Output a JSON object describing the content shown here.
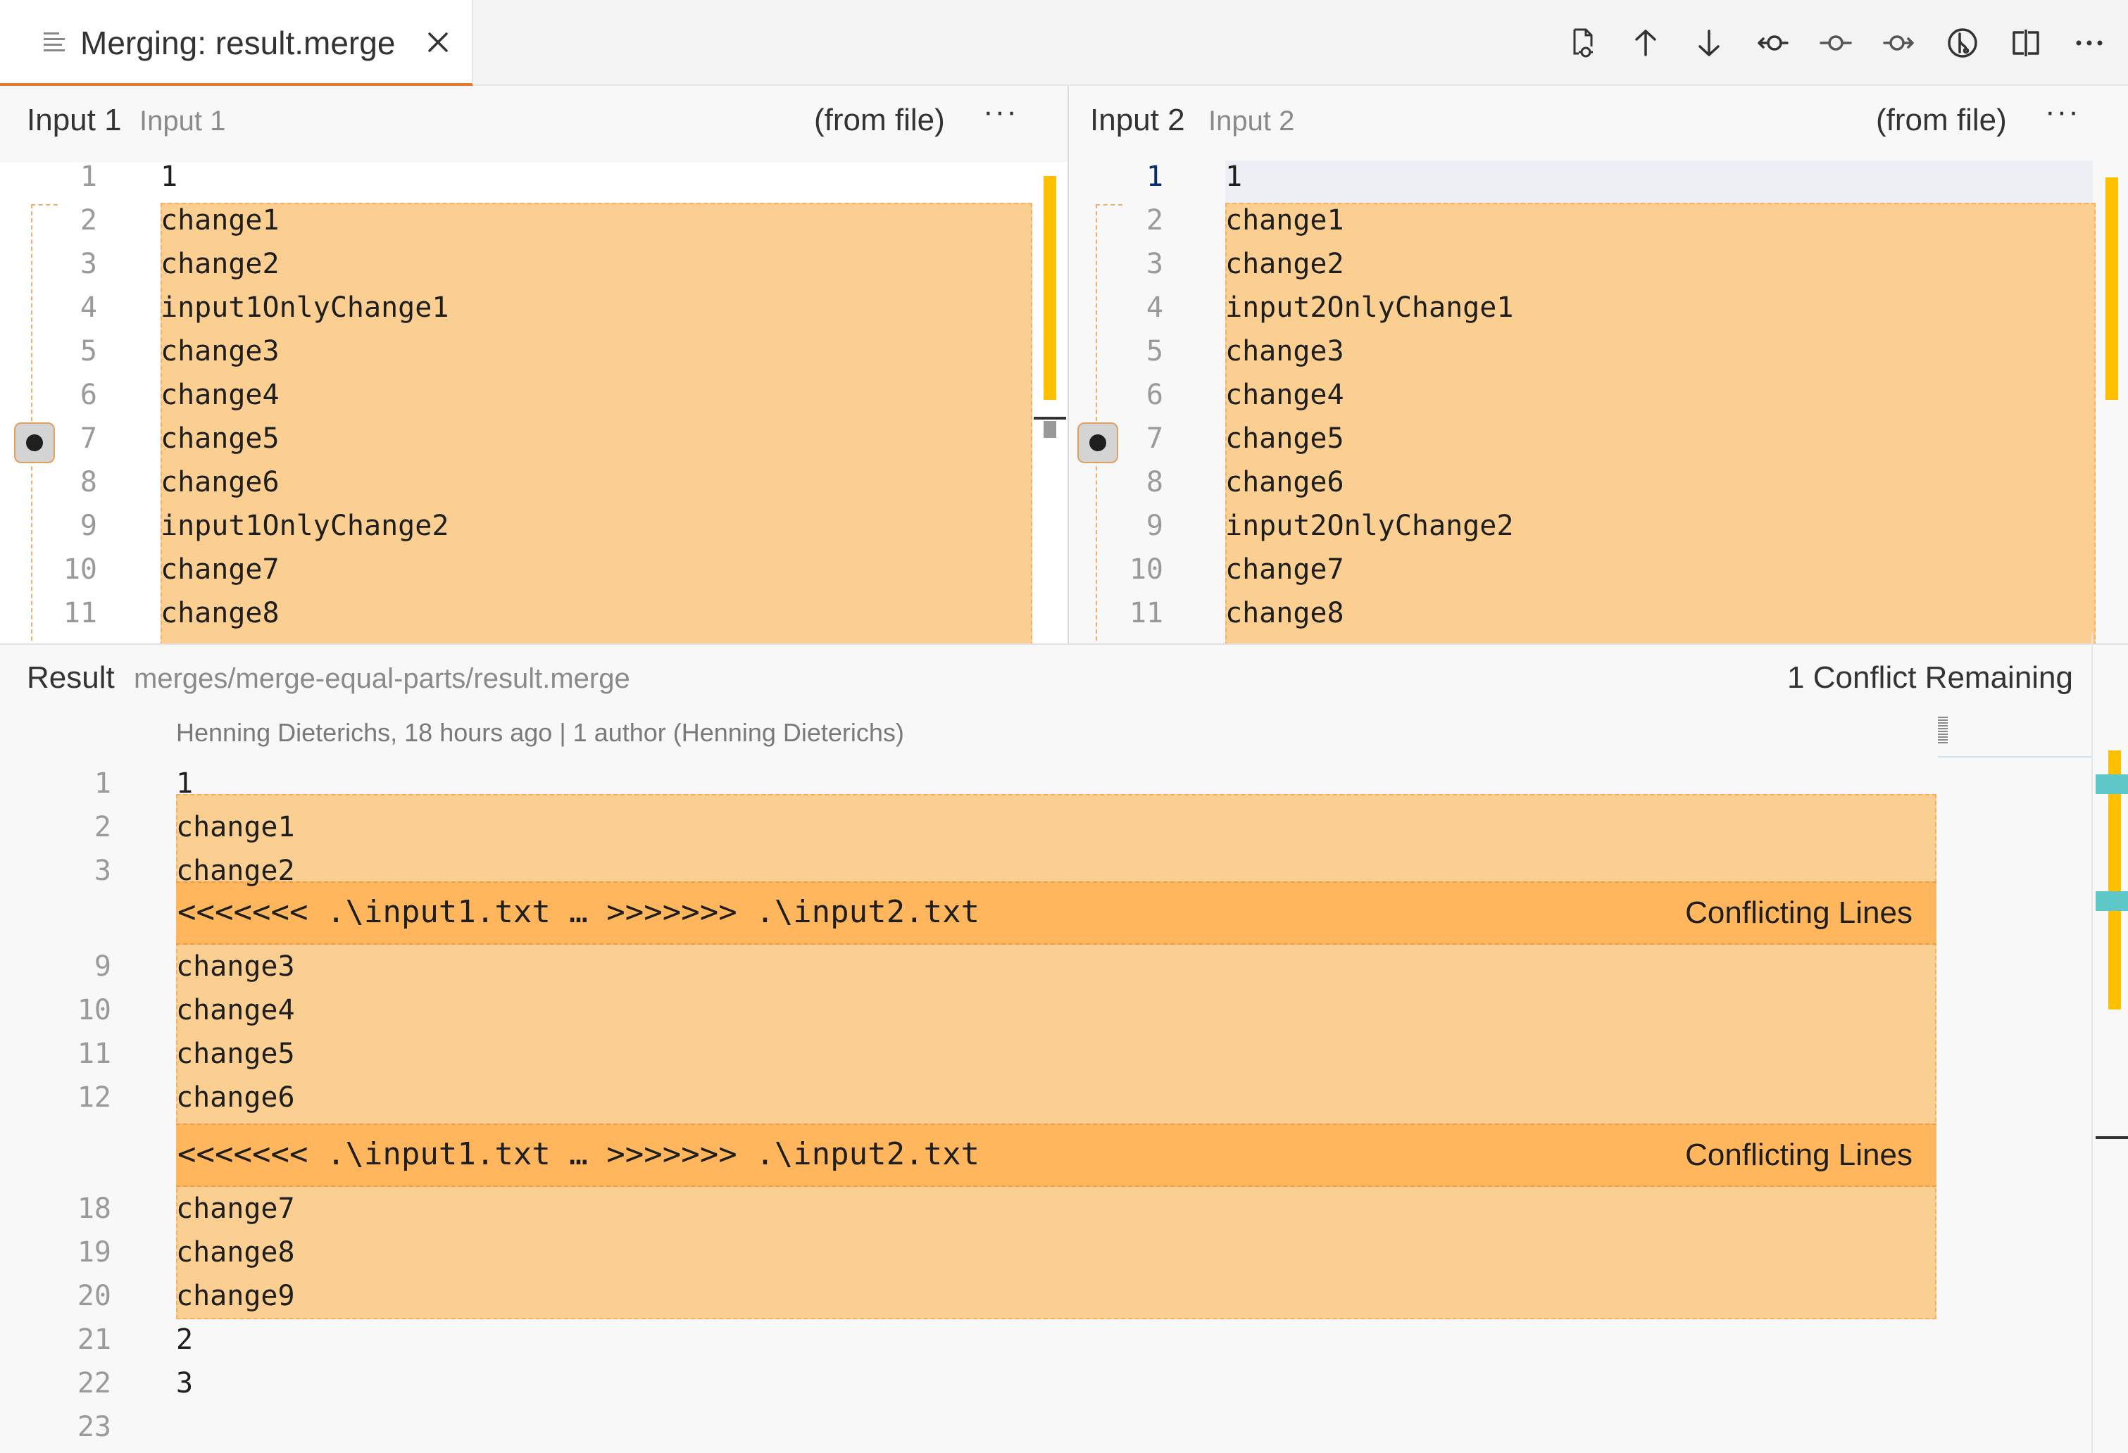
{
  "tab": {
    "label": "Merging: result.merge"
  },
  "toolbar": {
    "buttons": [
      {
        "name": "open-file-icon"
      },
      {
        "name": "arrow-up-icon"
      },
      {
        "name": "arrow-down-icon"
      },
      {
        "name": "accept-left-icon"
      },
      {
        "name": "commit-icon"
      },
      {
        "name": "accept-right-icon"
      },
      {
        "name": "merge-icon"
      },
      {
        "name": "split-editor-icon"
      },
      {
        "name": "more-actions-icon"
      }
    ]
  },
  "input1": {
    "title": "Input 1",
    "subtitle": "Input 1",
    "from": "(from file)",
    "more": "···",
    "lines": [
      {
        "n": "1",
        "t": "1"
      },
      {
        "n": "2",
        "t": "change1"
      },
      {
        "n": "3",
        "t": "change2"
      },
      {
        "n": "4",
        "t": "input1OnlyChange1"
      },
      {
        "n": "5",
        "t": "change3"
      },
      {
        "n": "6",
        "t": "change4"
      },
      {
        "n": "7",
        "t": "change5"
      },
      {
        "n": "8",
        "t": "change6"
      },
      {
        "n": "9",
        "t": "input1OnlyChange2"
      },
      {
        "n": "10",
        "t": "change7"
      },
      {
        "n": "11",
        "t": "change8"
      }
    ]
  },
  "input2": {
    "title": "Input 2",
    "subtitle": "Input 2",
    "from": "(from file)",
    "more": "···",
    "lines": [
      {
        "n": "1",
        "t": "1"
      },
      {
        "n": "2",
        "t": "change1"
      },
      {
        "n": "3",
        "t": "change2"
      },
      {
        "n": "4",
        "t": "input2OnlyChange1"
      },
      {
        "n": "5",
        "t": "change3"
      },
      {
        "n": "6",
        "t": "change4"
      },
      {
        "n": "7",
        "t": "change5"
      },
      {
        "n": "8",
        "t": "change6"
      },
      {
        "n": "9",
        "t": "input2OnlyChange2"
      },
      {
        "n": "10",
        "t": "change7"
      },
      {
        "n": "11",
        "t": "change8"
      }
    ]
  },
  "result": {
    "title": "Result",
    "path": "merges/merge-equal-parts/result.merge",
    "remaining": "1 Conflict Remaining",
    "blame": "Henning Dieterichs, 18 hours ago | 1 author (Henning Dieterichs)",
    "lines": [
      {
        "n": "1",
        "t": "1"
      },
      {
        "n": "2",
        "t": "change1"
      },
      {
        "n": "3",
        "t": "change2"
      },
      {
        "n": "9",
        "t": "change3"
      },
      {
        "n": "10",
        "t": "change4"
      },
      {
        "n": "11",
        "t": "change5"
      },
      {
        "n": "12",
        "t": "change6"
      },
      {
        "n": "18",
        "t": "change7"
      },
      {
        "n": "19",
        "t": "change8"
      },
      {
        "n": "20",
        "t": "change9"
      },
      {
        "n": "21",
        "t": "2"
      },
      {
        "n": "22",
        "t": "3"
      },
      {
        "n": "23",
        "t": ""
      }
    ],
    "conflicts": [
      {
        "text": "<<<<<<< .\\input1.txt … >>>>>>> .\\input2.txt",
        "label": "Conflicting Lines"
      },
      {
        "text": "<<<<<<< .\\input1.txt … >>>>>>> .\\input2.txt",
        "label": "Conflicting Lines"
      }
    ]
  },
  "colors": {
    "accent_tab": "#e7792f",
    "change_bg": "#fbcf91",
    "conflict_bg": "#ffb65c",
    "scroll_indicator": "#ffc000",
    "minimap_teal": "#5ec8c8"
  }
}
